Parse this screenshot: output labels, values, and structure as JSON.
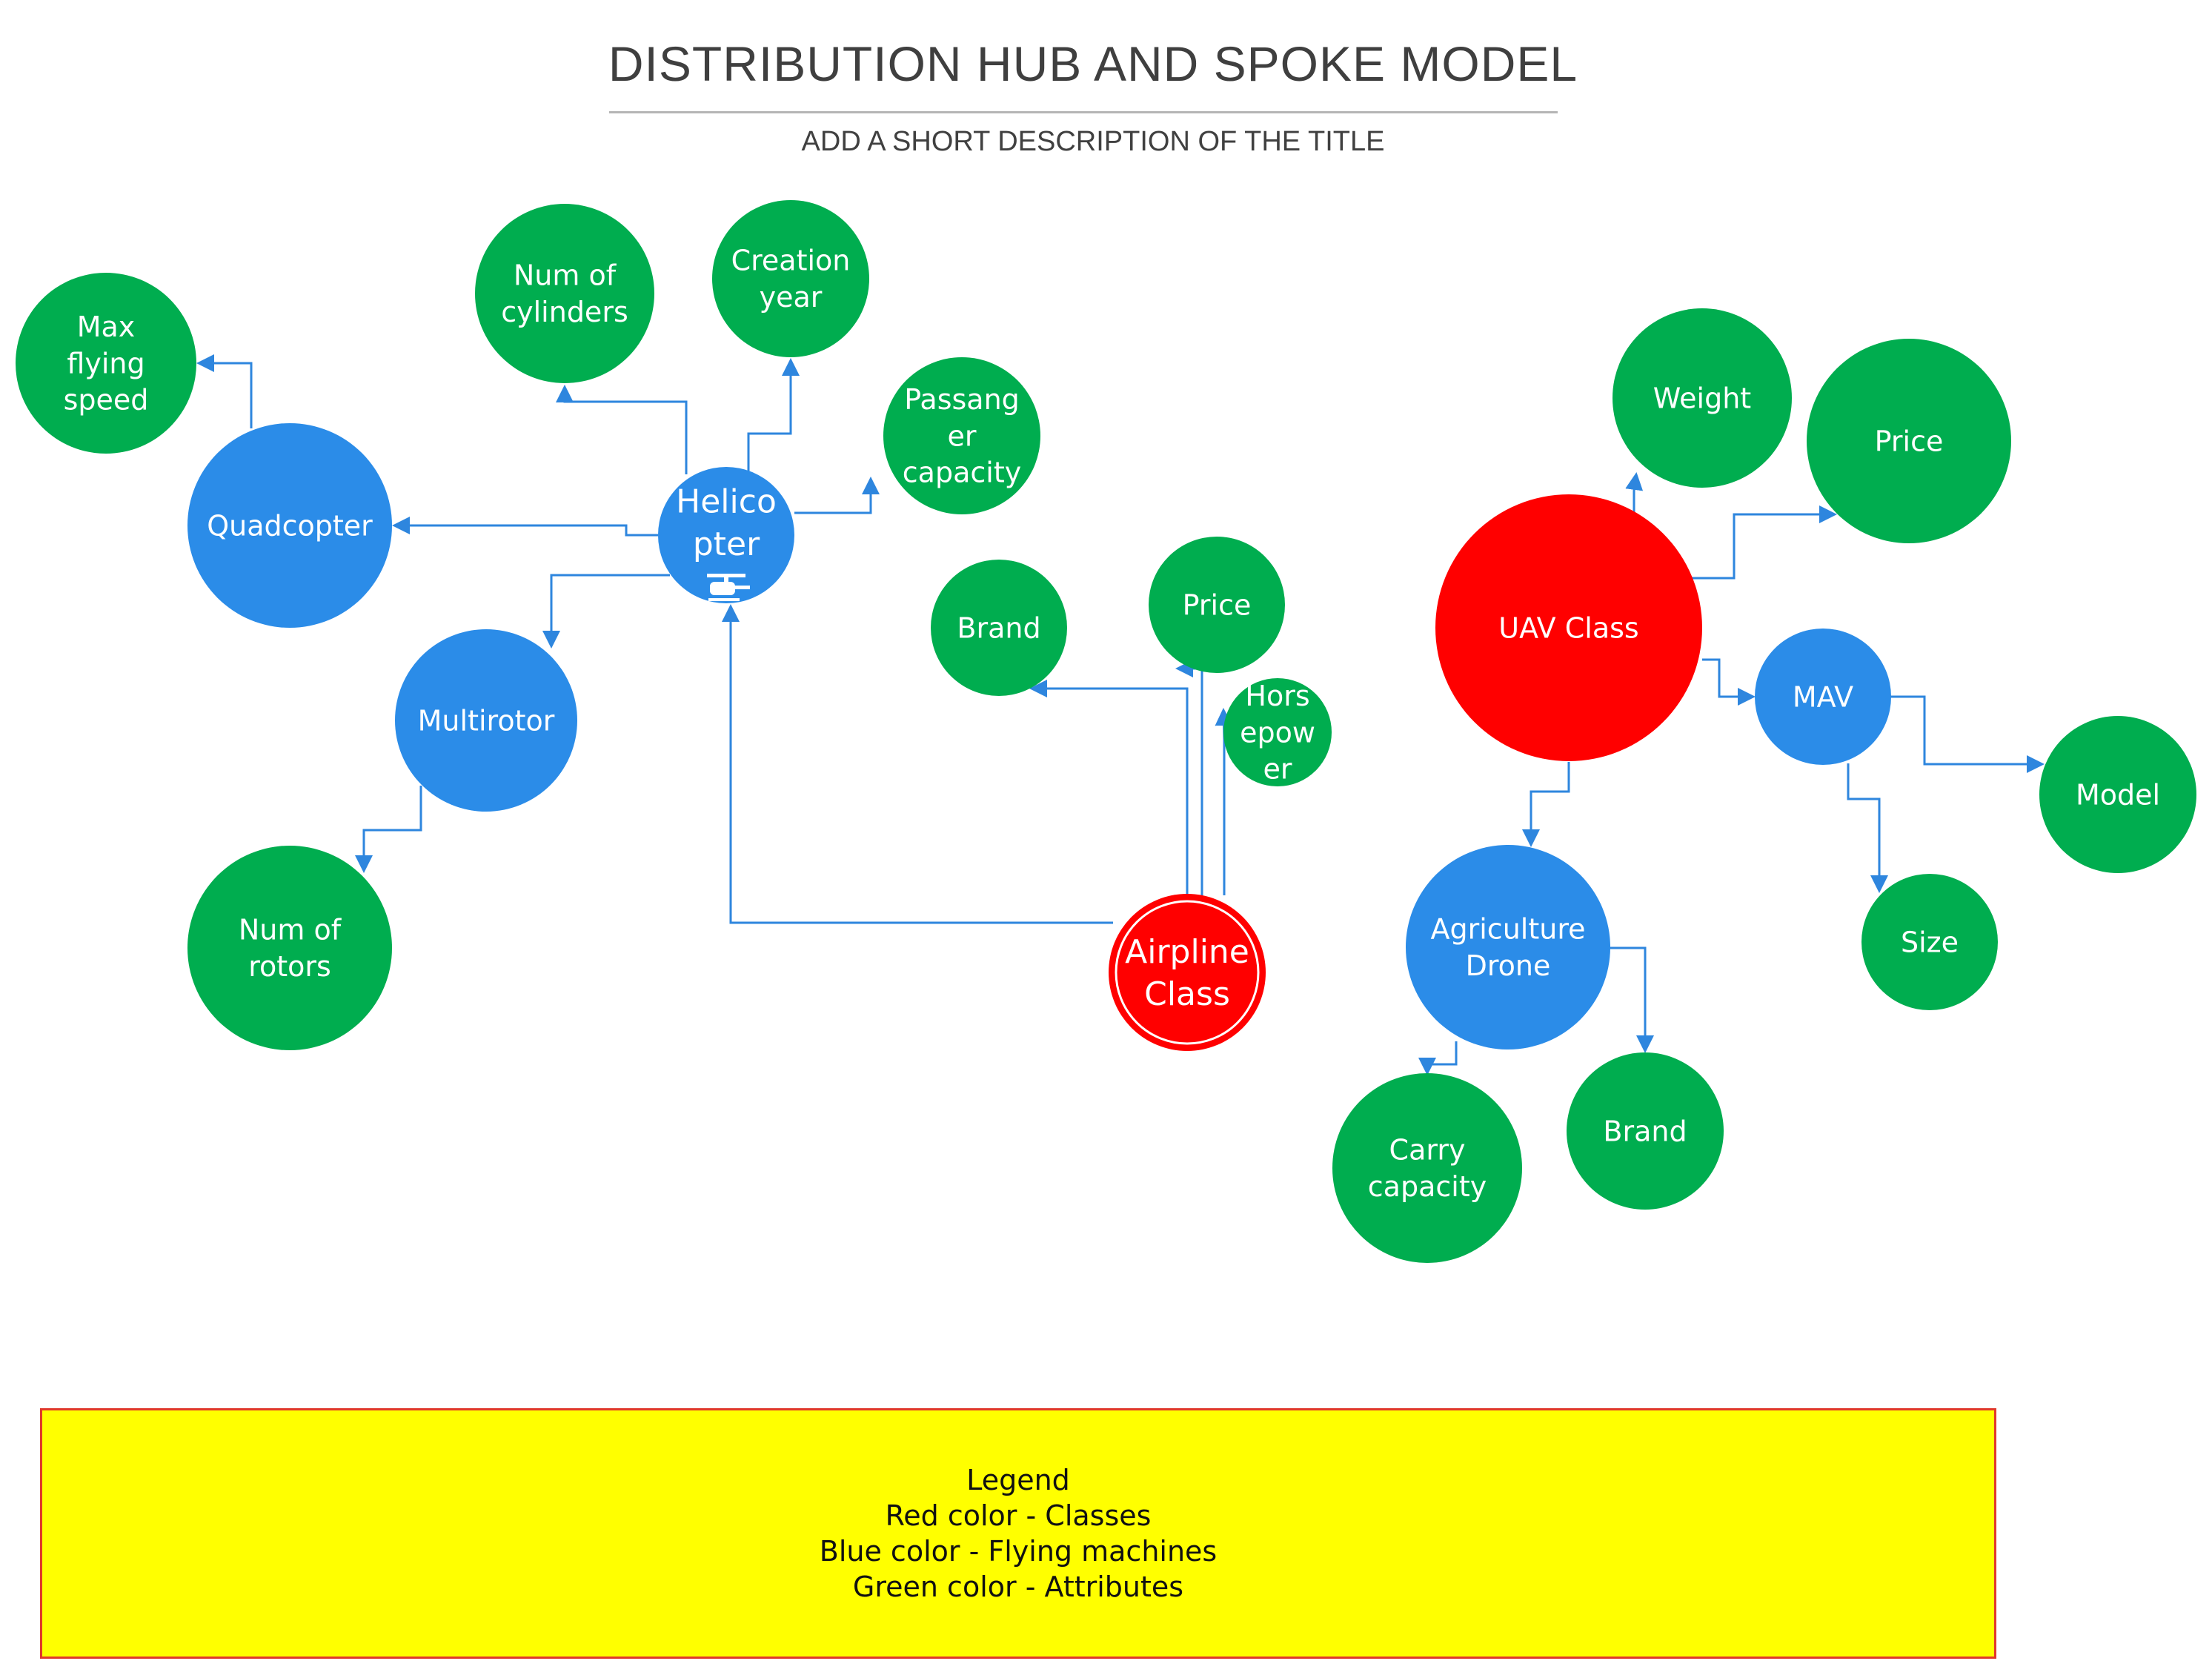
{
  "title": "DISTRIBUTION HUB AND SPOKE MODEL",
  "subtitle": "ADD A SHORT DESCRIPTION OF THE TITLE",
  "colors": {
    "class": "#ff0000",
    "machine": "#2b8ce8",
    "attribute": "#00ad4f",
    "connector": "#2e86de",
    "legend_bg": "#ffff00",
    "legend_border": "#e0392b"
  },
  "nodes": [
    {
      "id": "max-flying-speed",
      "kind": "attribute",
      "lines": [
        "Max",
        "flying",
        "speed"
      ]
    },
    {
      "id": "quadcopter",
      "kind": "machine",
      "lines": [
        "Quadcopter"
      ]
    },
    {
      "id": "num-of-cylinders",
      "kind": "attribute",
      "lines": [
        "Num of",
        "cylinders"
      ]
    },
    {
      "id": "creation-year",
      "kind": "attribute",
      "lines": [
        "Creation",
        "year"
      ]
    },
    {
      "id": "passanger-capacity",
      "kind": "attribute",
      "lines": [
        "Passang",
        "er",
        "capacity"
      ]
    },
    {
      "id": "helicopter",
      "kind": "machine",
      "lines": [
        "Helico",
        "pter"
      ],
      "icon": "helicopter-icon"
    },
    {
      "id": "multirotor",
      "kind": "machine",
      "lines": [
        "Multirotor"
      ]
    },
    {
      "id": "num-of-rotors",
      "kind": "attribute",
      "lines": [
        "Num of",
        "rotors"
      ]
    },
    {
      "id": "brand-airplane",
      "kind": "attribute",
      "lines": [
        "Brand"
      ]
    },
    {
      "id": "price-airplane",
      "kind": "attribute",
      "lines": [
        "Price"
      ]
    },
    {
      "id": "horsepower",
      "kind": "attribute",
      "lines": [
        "Hors",
        "epow",
        "er"
      ]
    },
    {
      "id": "airplane-class",
      "kind": "class",
      "lines": [
        "Airpline",
        "Class"
      ]
    },
    {
      "id": "weight",
      "kind": "attribute",
      "lines": [
        "Weight"
      ]
    },
    {
      "id": "price-uav",
      "kind": "attribute",
      "lines": [
        "Price"
      ]
    },
    {
      "id": "uav-class",
      "kind": "class",
      "lines": [
        "UAV Class"
      ]
    },
    {
      "id": "mav",
      "kind": "machine",
      "lines": [
        "MAV"
      ]
    },
    {
      "id": "model",
      "kind": "attribute",
      "lines": [
        "Model"
      ]
    },
    {
      "id": "size",
      "kind": "attribute",
      "lines": [
        "Size"
      ]
    },
    {
      "id": "agriculture-drone",
      "kind": "machine",
      "lines": [
        "Agriculture",
        "Drone"
      ]
    },
    {
      "id": "carry-capacity",
      "kind": "attribute",
      "lines": [
        "Carry",
        "capacity"
      ]
    },
    {
      "id": "brand-agri",
      "kind": "attribute",
      "lines": [
        "Brand"
      ]
    }
  ],
  "edges": [
    {
      "from": "quadcopter",
      "to": "max-flying-speed"
    },
    {
      "from": "helicopter",
      "to": "quadcopter"
    },
    {
      "from": "helicopter",
      "to": "num-of-cylinders"
    },
    {
      "from": "helicopter",
      "to": "creation-year"
    },
    {
      "from": "helicopter",
      "to": "passanger-capacity"
    },
    {
      "from": "helicopter",
      "to": "multirotor"
    },
    {
      "from": "multirotor",
      "to": "num-of-rotors"
    },
    {
      "from": "airplane-class",
      "to": "helicopter"
    },
    {
      "from": "airplane-class",
      "to": "brand-airplane"
    },
    {
      "from": "airplane-class",
      "to": "price-airplane"
    },
    {
      "from": "airplane-class",
      "to": "horsepower"
    },
    {
      "from": "uav-class",
      "to": "weight"
    },
    {
      "from": "uav-class",
      "to": "price-uav"
    },
    {
      "from": "uav-class",
      "to": "mav"
    },
    {
      "from": "uav-class",
      "to": "agriculture-drone"
    },
    {
      "from": "mav",
      "to": "model"
    },
    {
      "from": "mav",
      "to": "size"
    },
    {
      "from": "agriculture-drone",
      "to": "carry-capacity"
    },
    {
      "from": "agriculture-drone",
      "to": "brand-agri"
    }
  ],
  "legend": {
    "heading": "Legend",
    "items": [
      "Red color - Classes",
      "Blue color - Flying machines",
      "Green color - Attributes"
    ]
  }
}
